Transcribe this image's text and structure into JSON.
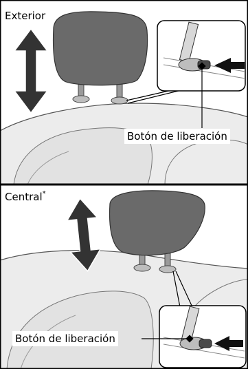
{
  "top_panel": {
    "label": "Exterior",
    "callout": "Botón de liberación"
  },
  "bottom_panel": {
    "label": "Central",
    "label_marker": "*",
    "callout": "Botón de liberación"
  },
  "colors": {
    "seat_fill": "#ececec",
    "seat_stroke": "#555555",
    "headrest_fill": "#6a6a6a",
    "arrow_fill": "#333333",
    "frame": "#000000"
  }
}
